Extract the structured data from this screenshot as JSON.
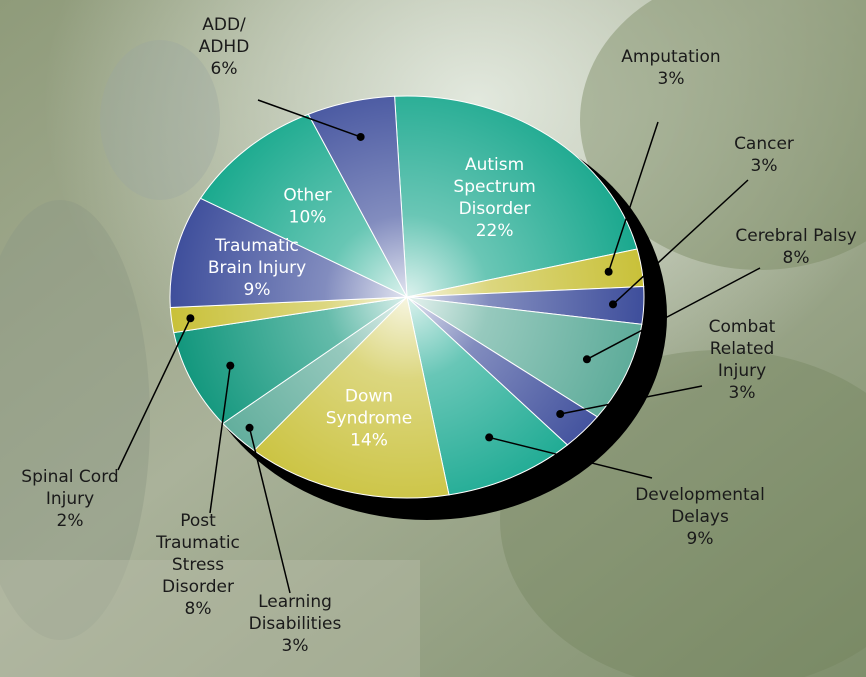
{
  "chart_data": {
    "type": "pie",
    "title": "",
    "categories": [
      "Autism Spectrum Disorder",
      "Amputation",
      "Cancer",
      "Cerebral Palsy",
      "Combat Related Injury",
      "Developmental Delays",
      "Down Syndrome",
      "Learning Disabilities",
      "Post Traumatic Stress Disorder",
      "Spinal Cord Injury",
      "Traumatic Brain Injury",
      "Other",
      "ADD/ ADHD"
    ],
    "values": [
      22,
      3,
      3,
      8,
      3,
      9,
      14,
      3,
      8,
      2,
      9,
      10,
      6
    ],
    "value_labels": [
      "22%",
      "3%",
      "3%",
      "8%",
      "3%",
      "9%",
      "14%",
      "3%",
      "8%",
      "2%",
      "9%",
      "10%",
      "6%"
    ],
    "label_lines": [
      [
        "Autism",
        "Spectrum",
        "Disorder"
      ],
      [
        "Amputation"
      ],
      [
        "Cancer"
      ],
      [
        "Cerebral Palsy"
      ],
      [
        "Combat",
        "Related",
        "Injury"
      ],
      [
        "Developmental",
        "Delays"
      ],
      [
        "Down",
        "Syndrome"
      ],
      [
        "Learning",
        "Disabilities"
      ],
      [
        "Post",
        "Traumatic",
        "Stress",
        "Disorder"
      ],
      [
        "Spinal Cord",
        "Injury"
      ],
      [
        "Traumatic",
        "Brain Injury"
      ],
      [
        "Other"
      ],
      [
        "ADD/",
        "ADHD"
      ]
    ],
    "colors": [
      "#1aa88e",
      "#c9c13a",
      "#3f4f9c",
      "#5eac9a",
      "#3f4f9c",
      "#17a890",
      "#c9c13a",
      "#5eac9a",
      "#12977d",
      "#c9c13a",
      "#3f4f9c",
      "#16a88c",
      "#3f4f9c"
    ],
    "legend": "none"
  }
}
